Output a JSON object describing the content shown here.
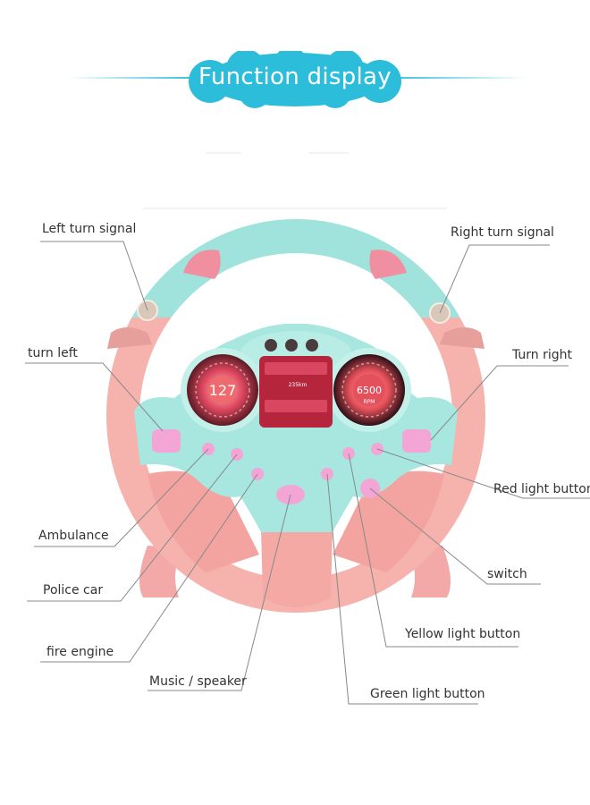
{
  "banner": {
    "title": "Function display",
    "color": "#2cbddb"
  },
  "wheel": {
    "rim_top_color": "#9fe3dc",
    "rim_bottom_color": "#f6b2ad",
    "hub_color": "#a7e7df",
    "button_color": "#f3a6d6"
  },
  "dashboard": {
    "left_gauge_value": "127",
    "right_gauge_value": "6500",
    "right_gauge_unit": "RPM",
    "center_readout": "235km"
  },
  "labels": {
    "left_turn_signal": "Left turn signal",
    "right_turn_signal": "Right turn signal",
    "turn_left": "turn left",
    "turn_right": "Turn right",
    "red_light_button": "Red light button",
    "ambulance": "Ambulance",
    "switch": "switch",
    "police_car": "Police car",
    "yellow_light_button": "Yellow light button",
    "fire_engine": "fire engine",
    "music_speaker": "Music / speaker",
    "green_light_button": "Green light button"
  }
}
